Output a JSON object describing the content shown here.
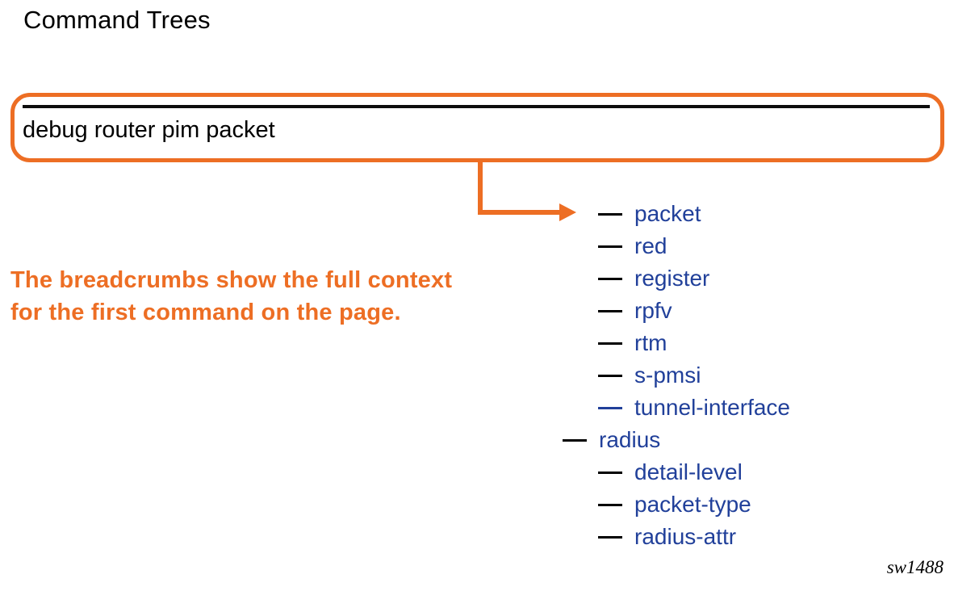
{
  "page": {
    "title": "Command Trees",
    "figure_id": "sw1488"
  },
  "breadcrumb_box": {
    "command": "debug router pim packet"
  },
  "note": {
    "line1": "The breadcrumbs show the full context",
    "line2": "for the first command on the page."
  },
  "tree": {
    "items": [
      {
        "label": "packet",
        "level": 2,
        "dash_color": "black"
      },
      {
        "label": "red",
        "level": 2,
        "dash_color": "black"
      },
      {
        "label": "register",
        "level": 2,
        "dash_color": "black"
      },
      {
        "label": "rpfv",
        "level": 2,
        "dash_color": "black"
      },
      {
        "label": "rtm",
        "level": 2,
        "dash_color": "black"
      },
      {
        "label": "s-pmsi",
        "level": 2,
        "dash_color": "black"
      },
      {
        "label": "tunnel-interface",
        "level": 2,
        "dash_color": "blue"
      },
      {
        "label": "radius",
        "level": 1,
        "dash_color": "black"
      },
      {
        "label": "detail-level",
        "level": 2,
        "dash_color": "black"
      },
      {
        "label": "packet-type",
        "level": 2,
        "dash_color": "black"
      },
      {
        "label": "radius-attr",
        "level": 2,
        "dash_color": "black"
      }
    ]
  },
  "colors": {
    "accent_orange": "#ED6E24",
    "tree_blue": "#21409A",
    "rule_black": "#0D0D0D"
  }
}
